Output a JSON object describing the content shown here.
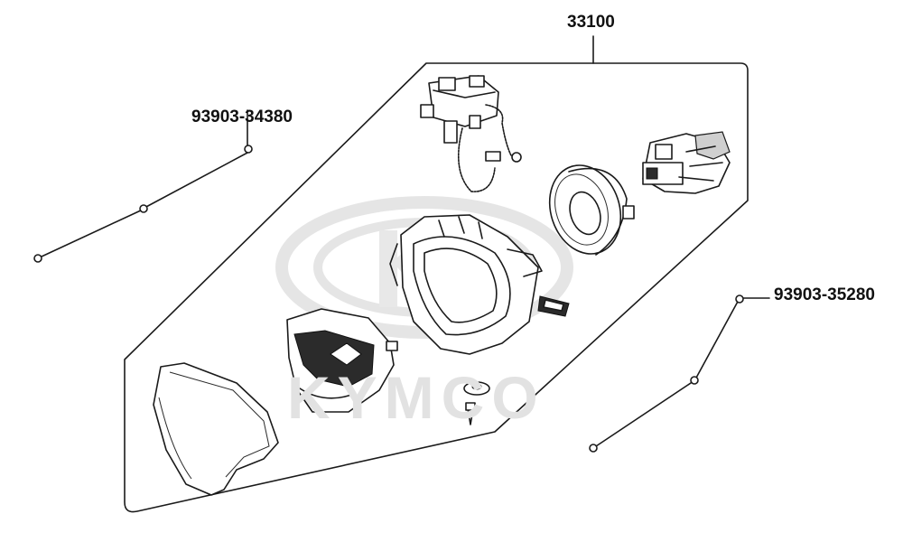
{
  "diagram": {
    "assembly_label": "33100",
    "left_screw_label": "93903-34380",
    "right_screw_label": "93903-35280",
    "watermark_text": "KYMCO"
  },
  "icons": {
    "logo": "kymco-logo-watermark"
  }
}
